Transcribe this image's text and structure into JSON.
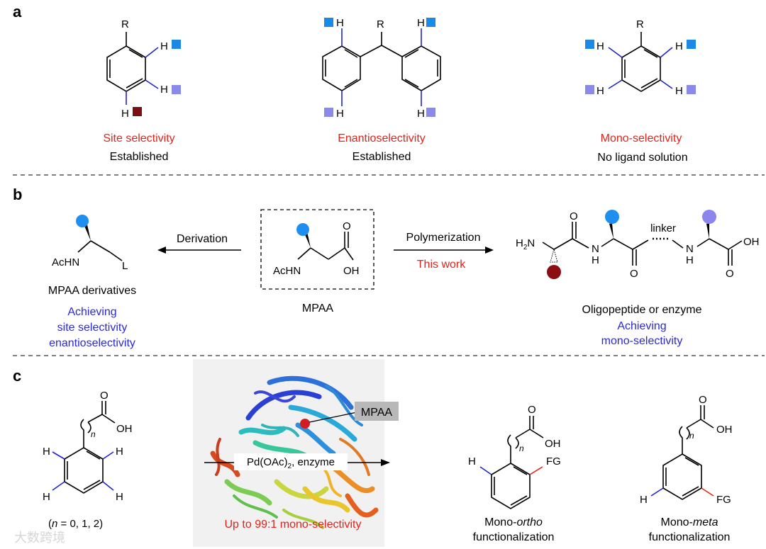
{
  "panel_a": {
    "letter": "a",
    "mol1": {
      "r": "R",
      "h": "H",
      "title": "Site selectivity",
      "subtitle": "Established"
    },
    "mol2": {
      "r": "R",
      "h": "H",
      "title": "Enantioselectivity",
      "subtitle": "Established"
    },
    "mol3": {
      "r": "R",
      "h": "H",
      "title": "Mono-selectivity",
      "subtitle": "No ligand solution"
    }
  },
  "panel_b": {
    "letter": "b",
    "left": {
      "achn": "AcHN",
      "l": "L",
      "name": "MPAA derivatives",
      "achieving": [
        "Achieving",
        "site selectivity",
        "enantioselectivity"
      ]
    },
    "derivation": "Derivation",
    "center": {
      "achn": "AcHN",
      "oh": "OH",
      "o": "O",
      "name": "MPAA"
    },
    "polymerization": "Polymerization",
    "this_work": "This work",
    "right": {
      "h2n": "H2N",
      "h2n_base": "H",
      "h2n_sub": "2",
      "h2n_tail": "N",
      "o": "O",
      "nh": "N",
      "h": "H",
      "linker": "linker",
      "oh": "OH",
      "name": "Oligopeptide or enzyme",
      "achieving": [
        "Achieving",
        "mono-selectivity"
      ]
    }
  },
  "panel_c": {
    "letter": "c",
    "substrate": {
      "o": "O",
      "oh": "OH",
      "n": "n",
      "h": "H",
      "condition_pre": "(",
      "condition_n": "n",
      "condition_post": " = 0, 1, 2)"
    },
    "mpaa_tag": "MPAA",
    "reagent_pre": "Pd(OAc)",
    "reagent_sub": "2",
    "reagent_post": ", enzyme",
    "yield_text": "Up to 99:1 mono-selectivity",
    "ortho": {
      "o": "O",
      "oh": "OH",
      "n": "n",
      "h": "H",
      "fg": "FG",
      "name_pre": "Mono-",
      "name_ital": "ortho",
      "name_line2": "functionalization"
    },
    "meta": {
      "o": "O",
      "oh": "OH",
      "n": "n",
      "h": "H",
      "fg": "FG",
      "name_pre": "Mono-",
      "name_ital": "meta",
      "name_line2": "functionalization"
    }
  },
  "watermark": "大数跨境",
  "colors": {
    "red": "#e0241b",
    "blue": "#2a2ad6",
    "sq_blue": "#1e88e5",
    "sq_lavender": "#8a8ae8",
    "sq_dark": "#7b0f14",
    "ball_blue": "#1e8ff0",
    "ball_lavender": "#8d84ee",
    "ball_dark": "#8b0f12",
    "bond_blue": "#2222cc",
    "bond_red": "#e0241b",
    "grey_tag": "#b8b8b8"
  }
}
